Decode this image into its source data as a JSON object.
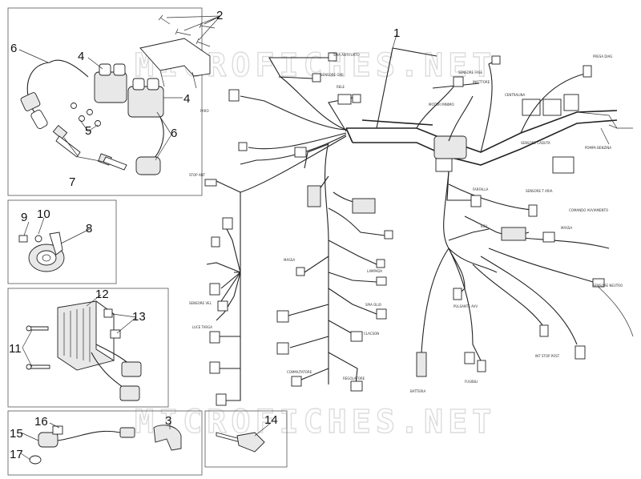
{
  "watermark": "MICROFICHES.NET",
  "callouts": [
    "1",
    "2",
    "3",
    "4",
    "4",
    "5",
    "6",
    "6",
    "7",
    "8",
    "9",
    "10",
    "11",
    "12",
    "13",
    "14",
    "15",
    "16",
    "17"
  ],
  "connector_labels": [
    "SPIA ANTIFURTO",
    "SENSORE GIRI",
    "FARO",
    "SENSORE FASE",
    "INIETTORE",
    "MOTOR MINIMO",
    "CENTRALINA",
    "PRESA DIAG",
    "SENSORE CADUTA",
    "POMPA BENZINA",
    "RELE",
    "FARFALLA",
    "SENSORE T ARIA",
    "COMANDO AVVIAMENTO",
    "ECU",
    "MASSA",
    "SENSORE NEUTRO",
    "PULSANTE AVV",
    "INT STOP POST",
    "CLACSON",
    "REGOLATORE",
    "COMMUTATORE",
    "BATTERIA",
    "FUSIBILI",
    "SPIA OLIO",
    "LAMPADA",
    "STOP ANT",
    "MASSA",
    "SENSORE VEL",
    "LUCE TARGA"
  ],
  "colors": {
    "line": "#222222",
    "box": "#555555",
    "watermark": "#dcdcdc"
  }
}
